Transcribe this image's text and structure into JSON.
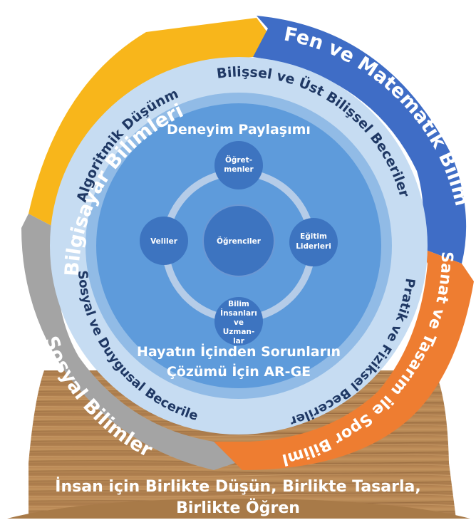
{
  "colors": {
    "computer": "#f8b61b",
    "science": "#3f6dc6",
    "art": "#ee7d31",
    "social": "#a4a4a4",
    "ring_outer": "#c6dcf2",
    "ring_mid": "#7fb0e2",
    "core": "#5e9bdb",
    "node": "#3d74c0",
    "wood": "#b78757",
    "text_dark": "#1f3864"
  },
  "outer_ring": {
    "computer_sciences": "Bilgisayar Bilimleri",
    "science_math": "Fen ve Matematik Bilimleri",
    "art_design_sports": "Sanat ve Tasarım ile Spor Bilimleri",
    "social_sciences": "Sosyal Bilimler"
  },
  "skills_ring": {
    "algorithmic": "Algoritmik Düşünme",
    "cognitive": "Bilişsel ve Üst Bilişsel Beceriler",
    "practical": "Pratik ve Fiziksel Beceriler",
    "social": "Sosyal ve Duygusal Beceriler"
  },
  "inner": {
    "experience_sharing": "Deneyim Paylaşımı",
    "rnd_line1": "Hayatın İçinden Sorunların",
    "rnd_line2": "Çözümü İçin AR-GE"
  },
  "nodes": {
    "students": "Öğrenciler",
    "teachers_l1": "Öğret-",
    "teachers_l2": "menler",
    "parents": "Veliler",
    "leaders_l1": "Eğitim",
    "leaders_l2": "Liderleri",
    "scientists_l1": "Bilim",
    "scientists_l2": "İnsanları",
    "scientists_l3": "ve",
    "scientists_l4": "Uzman-",
    "scientists_l5": "lar"
  },
  "base": {
    "line1": "İnsan için Birlikte Düşün, Birlikte Tasarla,",
    "line2": "Birlikte Öğren"
  }
}
